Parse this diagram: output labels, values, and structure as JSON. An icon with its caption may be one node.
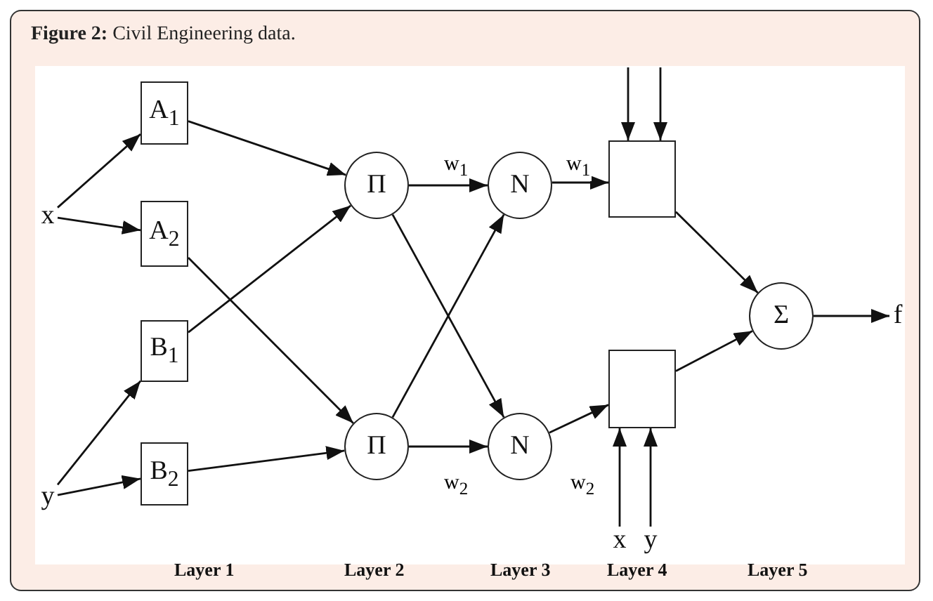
{
  "diagram": {
    "title": "**Figure 2:** Civil Engineering data.",
    "nodes": [
      {
        "text": [
          "x"
        ]
      },
      {
        "text": [
          "y"
        ]
      },
      {
        "text": [
          "A$_{1}$"
        ]
      },
      {
        "text": [
          "A$_{2}$"
        ]
      },
      {
        "text": [
          "B$_{1}$"
        ]
      },
      {
        "text": [
          "B$_{2}$"
        ]
      },
      {
        "text": [
          "Π"
        ]
      },
      {
        "text": [
          "Π"
        ]
      },
      {
        "text": [
          "N"
        ]
      },
      {
        "text": [
          "N"
        ]
      },
      {
        "text": [],
        "shape": "box"
      },
      {
        "text": [],
        "shape": "box"
      },
      {
        "text": [
          "Σ"
        ]
      },
      {
        "text": [
          "f"
        ]
      },
      {
        "text": [
          "x"
        ]
      },
      {
        "text": [
          "y"
        ]
      }
    ],
    "edges": [
      {
        "from": 0,
        "to": 2,
        "arrow": "to"
      },
      {
        "from": 0,
        "to": 3,
        "arrow": "to"
      },
      {
        "from": 1,
        "to": 4,
        "arrow": "to"
      },
      {
        "from": 1,
        "to": 5,
        "arrow": "to"
      },
      {
        "from": 2,
        "to": 6,
        "arrow": "to"
      },
      {
        "from": 3,
        "to": 7,
        "arrow": "to"
      },
      {
        "from": 4,
        "to": 6,
        "arrow": "to"
      },
      {
        "from": 5,
        "to": 7,
        "arrow": "to"
      },
      {
        "from": 6,
        "to": 8,
        "label": "w$_{1}$",
        "arrow": "to"
      },
      {
        "from": 6,
        "to": 9,
        "arrow": "to"
      },
      {
        "from": 7,
        "to": 8,
        "arrow": "to"
      },
      {
        "from": 7,
        "to": 9,
        "label": "w$_{2}$",
        "arrow": "to"
      },
      {
        "from": 8,
        "to": 10,
        "label": "w$_{1}$",
        "arrow": "to"
      },
      {
        "from": 9,
        "to": 11,
        "label": "w$_{2}$",
        "arrow": "to"
      },
      {
        "from": null,
        "to": 10,
        "arrow": "to"
      },
      {
        "from": null,
        "to": 10,
        "arrow": "to"
      },
      {
        "from": 10,
        "to": 12,
        "arrow": "to"
      },
      {
        "from": 11,
        "to": 12,
        "arrow": "to"
      },
      {
        "from": 12,
        "to": 13,
        "arrow": "to"
      },
      {
        "from": 14,
        "to": 11,
        "arrow": "to"
      },
      {
        "from": 15,
        "to": 11,
        "arrow": "to"
      }
    ],
    "labels": [
      "Layer 1",
      "Layer 2",
      "Layer 3",
      "Layer 4",
      "Layer 5"
    ]
  }
}
